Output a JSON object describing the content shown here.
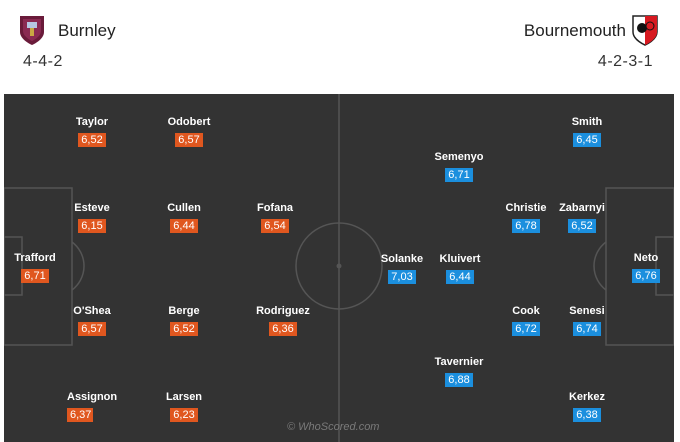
{
  "home": {
    "name": "Burnley",
    "formation": "4-4-2",
    "crest_icon": "burnley-crest-icon",
    "rating_color": "#e0571f",
    "players": [
      {
        "name": "Trafford",
        "rating": "6,71"
      },
      {
        "name": "Taylor",
        "rating": "6,52"
      },
      {
        "name": "Esteve",
        "rating": "6,15"
      },
      {
        "name": "O'Shea",
        "rating": "6,57"
      },
      {
        "name": "Assignon",
        "rating": "6,37"
      },
      {
        "name": "Odobert",
        "rating": "6,57"
      },
      {
        "name": "Cullen",
        "rating": "6,44"
      },
      {
        "name": "Berge",
        "rating": "6,52"
      },
      {
        "name": "Larsen",
        "rating": "6,23"
      },
      {
        "name": "Fofana",
        "rating": "6,54"
      },
      {
        "name": "Rodriguez",
        "rating": "6,36"
      }
    ]
  },
  "away": {
    "name": "Bournemouth",
    "formation": "4-2-3-1",
    "crest_icon": "bournemouth-crest-icon",
    "rating_color": "#1b8fde",
    "players": [
      {
        "name": "Neto",
        "rating": "6,76"
      },
      {
        "name": "Smith",
        "rating": "6,45"
      },
      {
        "name": "Zabarnyi",
        "rating": "6,52"
      },
      {
        "name": "Senesi",
        "rating": "6,74"
      },
      {
        "name": "Kerkez",
        "rating": "6,38"
      },
      {
        "name": "Christie",
        "rating": "6,78"
      },
      {
        "name": "Cook",
        "rating": "6,72"
      },
      {
        "name": "Semenyo",
        "rating": "6,71"
      },
      {
        "name": "Kluivert",
        "rating": "6,44"
      },
      {
        "name": "Tavernier",
        "rating": "6,88"
      },
      {
        "name": "Solanke",
        "rating": "7,03"
      }
    ]
  },
  "pitch": {
    "background": "#333333",
    "line_color": "#555555"
  },
  "watermark": "© WhoScored.com"
}
